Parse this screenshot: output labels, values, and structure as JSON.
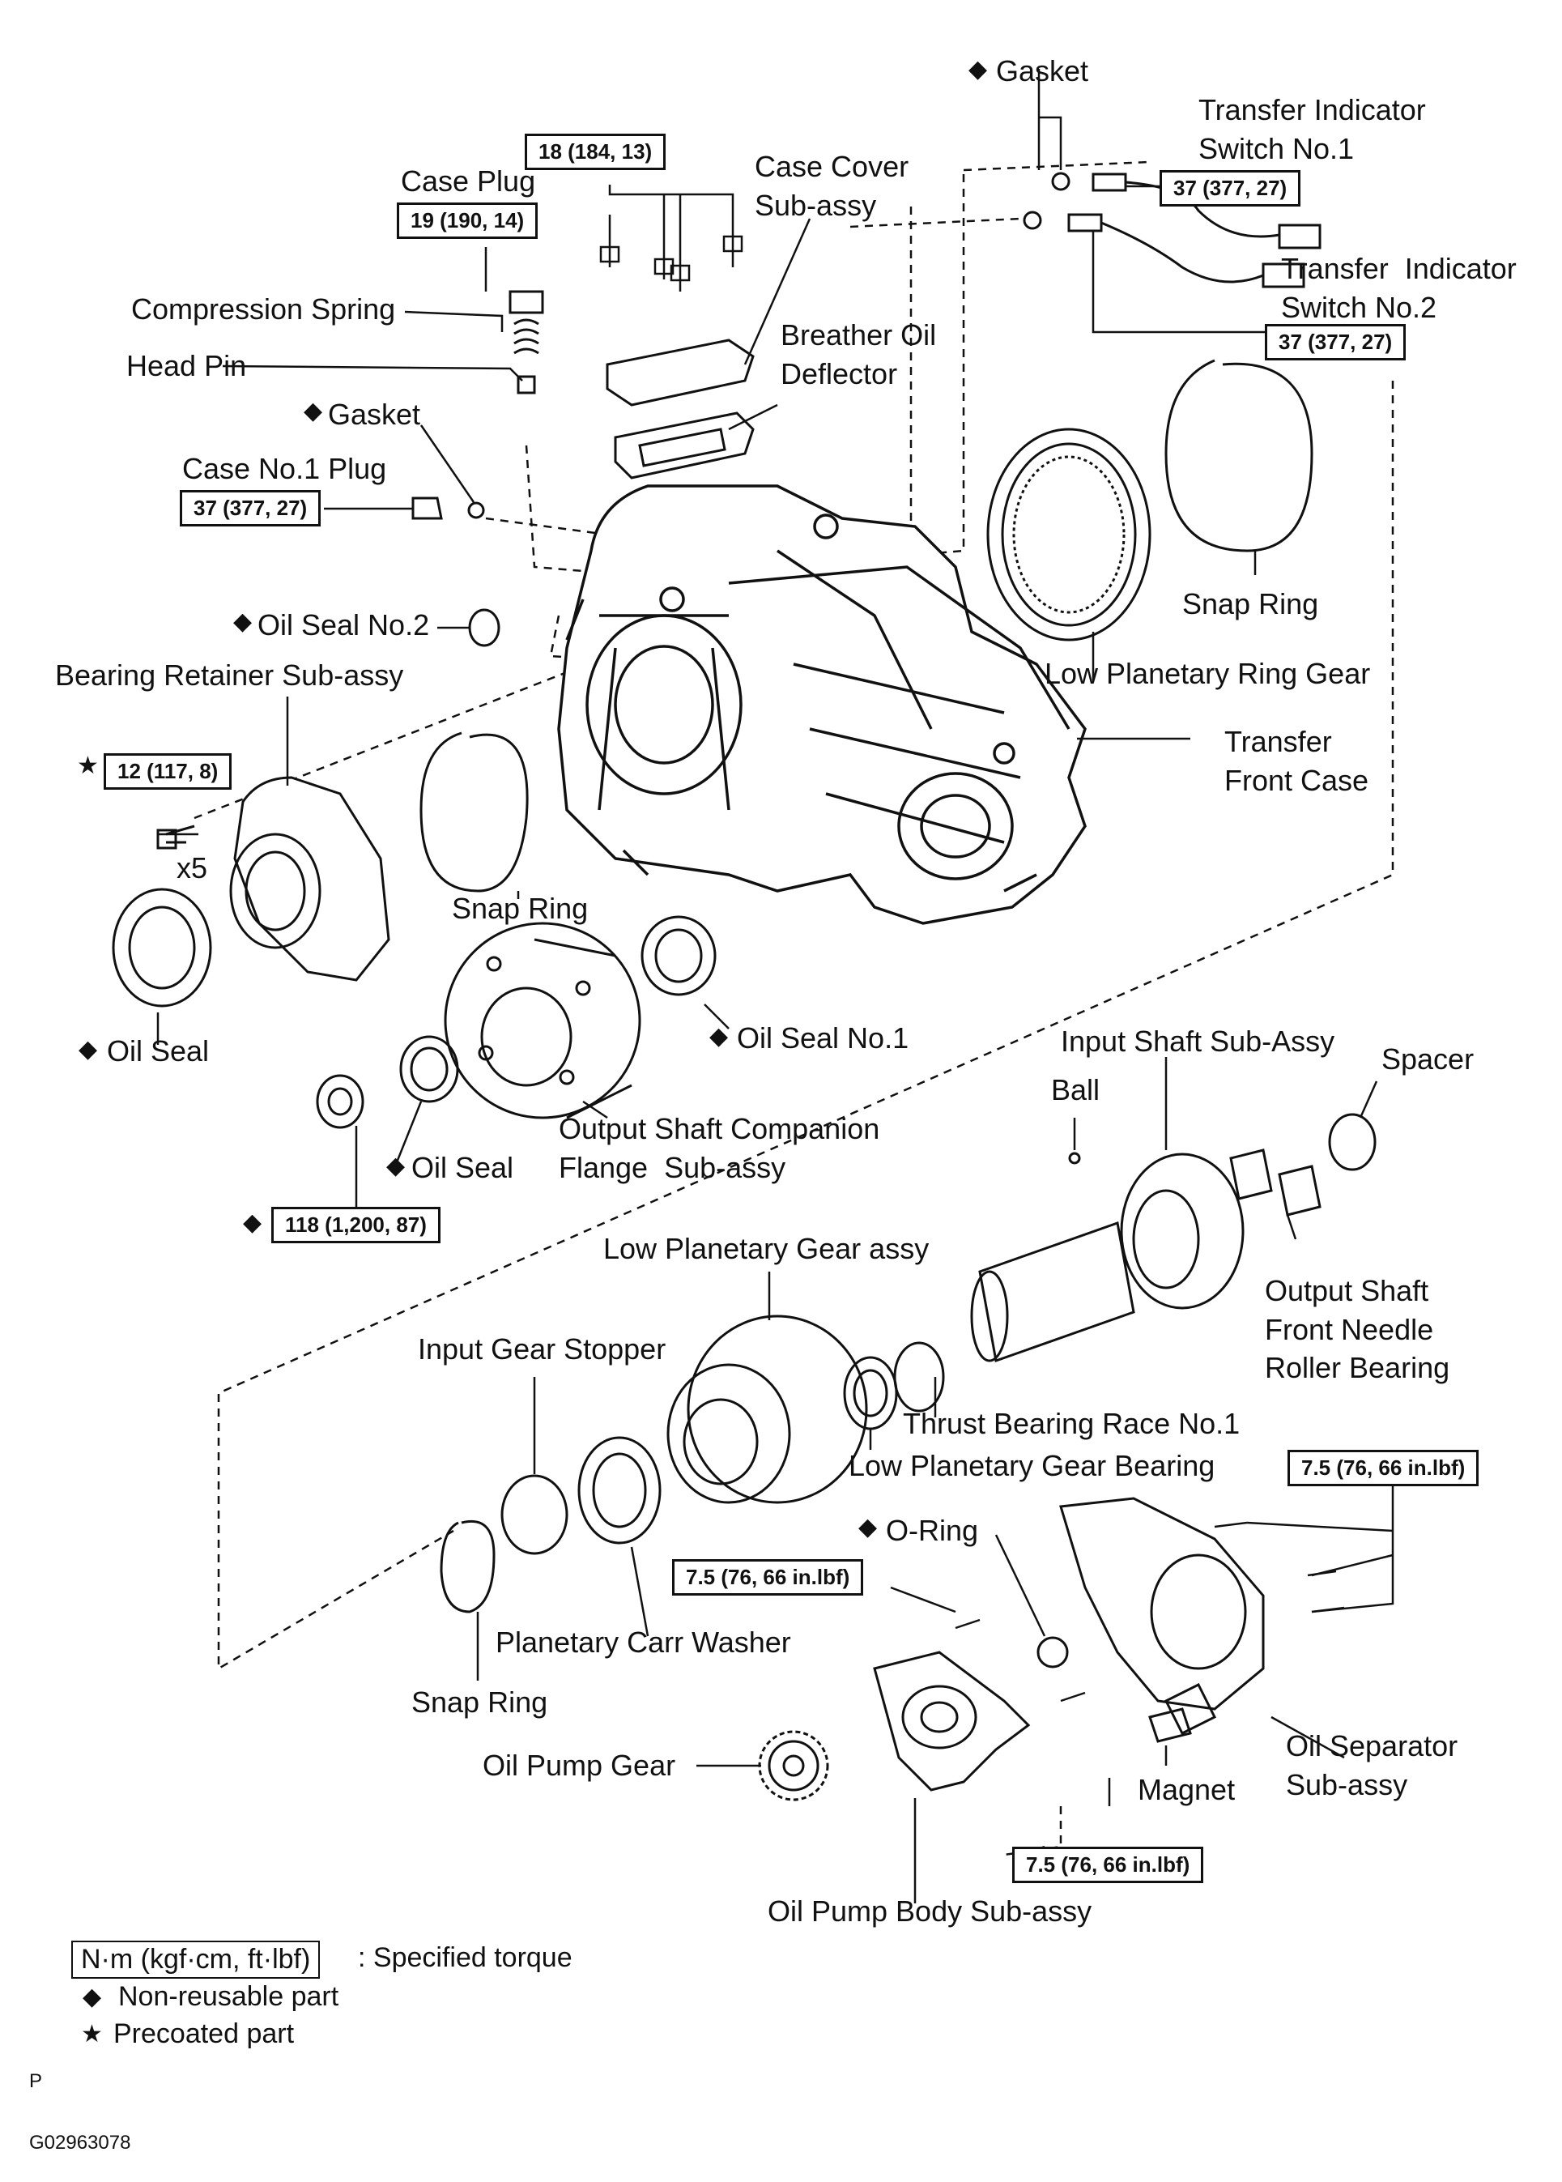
{
  "labels": {
    "gasket_top": "Gasket",
    "transfer_indicator_switch_1": "Transfer Indicator\nSwitch No.1",
    "transfer_indicator_switch_2": "Transfer  Indicator\nSwitch No.2",
    "case_cover": "Case Cover\nSub-assy",
    "case_plug": "Case Plug",
    "compression_spring": "Compression Spring",
    "head_pin": "Head Pin",
    "breather_oil_deflector": "Breather Oil\nDeflector",
    "gasket_mid": "Gasket",
    "case_no1_plug": "Case No.1 Plug",
    "snap_ring_1": "Snap Ring",
    "oil_seal_no2": "Oil Seal No.2",
    "low_planetary_ring_gear": "Low Planetary Ring Gear",
    "bearing_retainer": "Bearing Retainer Sub-assy",
    "transfer_front_case": "Transfer\nFront Case",
    "x5": "x5",
    "snap_ring_2": "Snap Ring",
    "oil_seal_1": "Oil Seal",
    "oil_seal_no1": "Oil Seal No.1",
    "input_shaft": "Input Shaft Sub-Assy",
    "spacer": "Spacer",
    "ball": "Ball",
    "output_flange": "Output Shaft Companion\nFlange  Sub-assy",
    "oil_seal_2": "Oil Seal",
    "low_planetary_gear_assy": "Low Planetary Gear assy",
    "output_needle_bearing": "Output Shaft\nFront Needle\nRoller Bearing",
    "input_gear_stopper": "Input Gear Stopper",
    "thrust_race": "Thrust Bearing Race No.1",
    "low_planetary_gear_bearing": "Low Planetary Gear Bearing",
    "o_ring": "O-Ring",
    "planetary_carr_washer": "Planetary Carr Washer",
    "snap_ring_3": "Snap Ring",
    "oil_pump_gear": "Oil Pump Gear",
    "magnet": "Magnet",
    "oil_separator": "Oil Separator\nSub-assy",
    "oil_pump_body": "Oil Pump Body Sub-assy"
  },
  "torques": {
    "t_18": "18 (184, 13)",
    "t_19": "19 (190, 14)",
    "t_37_switch1": "37 (377, 27)",
    "t_37_switch2": "37 (377, 27)",
    "t_37_plug": "37 (377, 27)",
    "t_12": "12 (117, 8)",
    "t_118": "118 (1,200, 87)",
    "t_75_sep": "7.5 (76, 66 in.lbf)",
    "t_75_pump_top": "7.5 (76, 66 in.lbf)",
    "t_75_pump_bottom": "7.5 (76, 66 in.lbf)"
  },
  "marks": {
    "non_reusable": "◆",
    "precoated": "★"
  },
  "legend": {
    "torque_box": "N·m (kgf·cm, ft·lbf)",
    "torque_text": ": Specified torque",
    "non_reusable_text": "Non-reusable part",
    "precoated_text": "Precoated part"
  },
  "footer": {
    "letter": "P",
    "code": "G02963078"
  }
}
